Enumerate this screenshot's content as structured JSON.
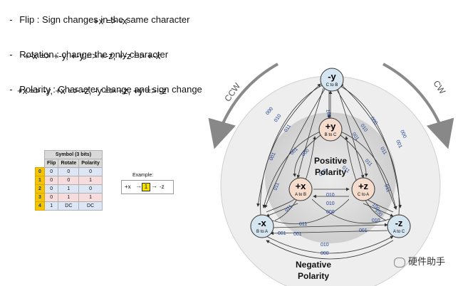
{
  "rules": [
    {
      "bullet": "-",
      "title": "Flip : Sign changes in the same character",
      "example": "+x => -x"
    },
    {
      "bullet": "-",
      "title": "Rotation : change the only character",
      "example": "+-x => +-y, +-y => +-z, +-z => +-x"
    },
    {
      "bullet": "-",
      "title": "Polarity : Character change and sign change",
      "example": "+x => -y, +x => -z, -y => +z, +y => -z"
    }
  ],
  "table": {
    "group_header": "Symbol (3 bits)",
    "columns": [
      "Flip",
      "Rotate",
      "Polarity"
    ],
    "rows": [
      {
        "index": "0",
        "values": [
          "0",
          "0",
          "0"
        ]
      },
      {
        "index": "1",
        "values": [
          "0",
          "0",
          "1"
        ]
      },
      {
        "index": "2",
        "values": [
          "0",
          "1",
          "0"
        ]
      },
      {
        "index": "3",
        "values": [
          "0",
          "1",
          "1"
        ]
      },
      {
        "index": "4",
        "values": [
          "1",
          "DC",
          "DC"
        ]
      }
    ]
  },
  "example": {
    "title": "Example:",
    "from": "+x",
    "symbol": "1",
    "to": "-z"
  },
  "diagram": {
    "ccw_label": "CCW",
    "cw_label": "CW",
    "positive_label_1": "Positive",
    "positive_label_2": "Polarity",
    "negative_label_1": "Negative",
    "negative_label_2": "Polarity",
    "nodes": {
      "neg_y": {
        "label": "-y",
        "sub": "C to B"
      },
      "pos_y": {
        "label": "+y",
        "sub": "B to C"
      },
      "pos_x": {
        "label": "+x",
        "sub": "A to B"
      },
      "pos_z": {
        "label": "+z",
        "sub": "C to A"
      },
      "neg_x": {
        "label": "-x",
        "sub": "B to A"
      },
      "neg_z": {
        "label": "-z",
        "sub": "A to C"
      }
    },
    "edge_labels": [
      "000",
      "010",
      "011",
      "100",
      "001",
      "011",
      "000",
      "000",
      "010",
      "001",
      "011",
      "011",
      "011",
      "001",
      "000",
      "000",
      "011",
      "001",
      "100",
      "010",
      "011",
      "010",
      "011",
      "001",
      "010",
      "000",
      "001",
      "001",
      "100",
      "010",
      "000"
    ]
  },
  "watermark": "硬件助手"
}
